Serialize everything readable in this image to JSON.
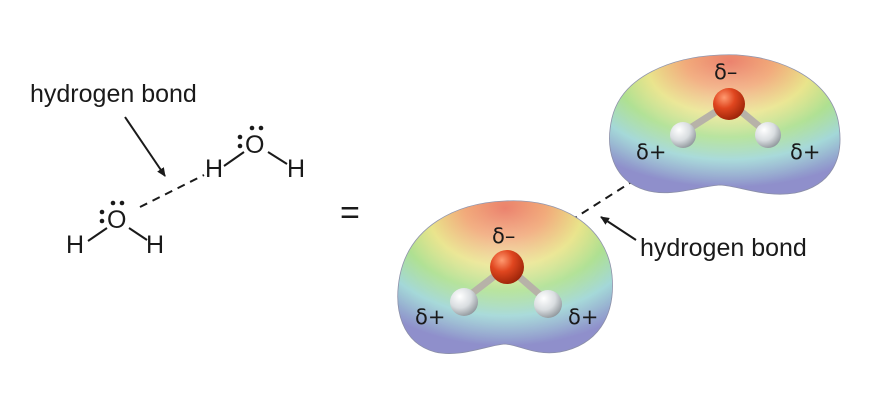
{
  "left_panel": {
    "callout_label": "hydrogen bond",
    "molecule_top": {
      "oxygen": "O",
      "hydrogen_left": "H",
      "hydrogen_right": "H"
    },
    "molecule_bottom": {
      "oxygen": "O",
      "hydrogen_left": "H",
      "hydrogen_right": "H"
    }
  },
  "equals_sign": "=",
  "right_panel": {
    "callout_label": "hydrogen bond",
    "molecule_top": {
      "oxygen_charge": "δ–",
      "hydrogen_left_charge": "δ+",
      "hydrogen_right_charge": "δ+"
    },
    "molecule_bottom": {
      "oxygen_charge": "δ–",
      "hydrogen_left_charge": "δ+",
      "hydrogen_right_charge": "δ+"
    }
  },
  "colors": {
    "oxygen_atom": "#d9401c",
    "hydrogen_atom": "#dfe3e6",
    "positive_region": "#8e8ec8",
    "negative_region": "#e0604a",
    "neutral_region": "#8fd27a"
  }
}
